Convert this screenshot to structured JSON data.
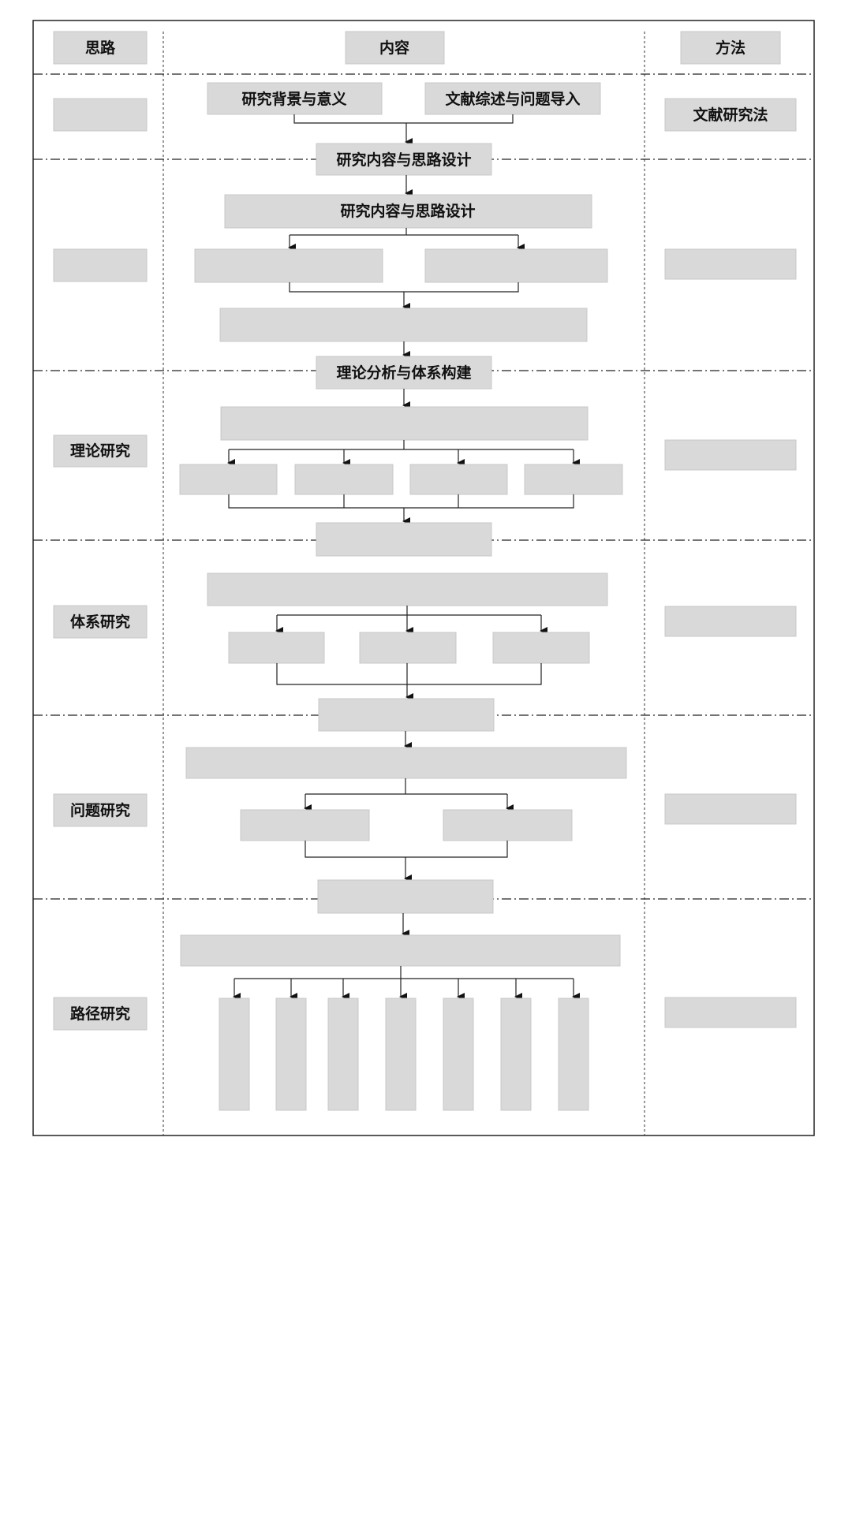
{
  "header": {
    "left": "思路",
    "center": "内容",
    "right": "方法"
  },
  "rows": {
    "theory": "理论研究",
    "system": "体系研究",
    "problem": "问题研究",
    "path": "路径研究"
  },
  "methods": {
    "literature": "文献研究法"
  },
  "flow": {
    "background": "研究背景与意义",
    "literature_review": "文献综述与问题导入",
    "design_band": "研究内容与思路设计",
    "design_main": "研究内容与思路设计",
    "theory_band": "理论分析与体系构建"
  }
}
